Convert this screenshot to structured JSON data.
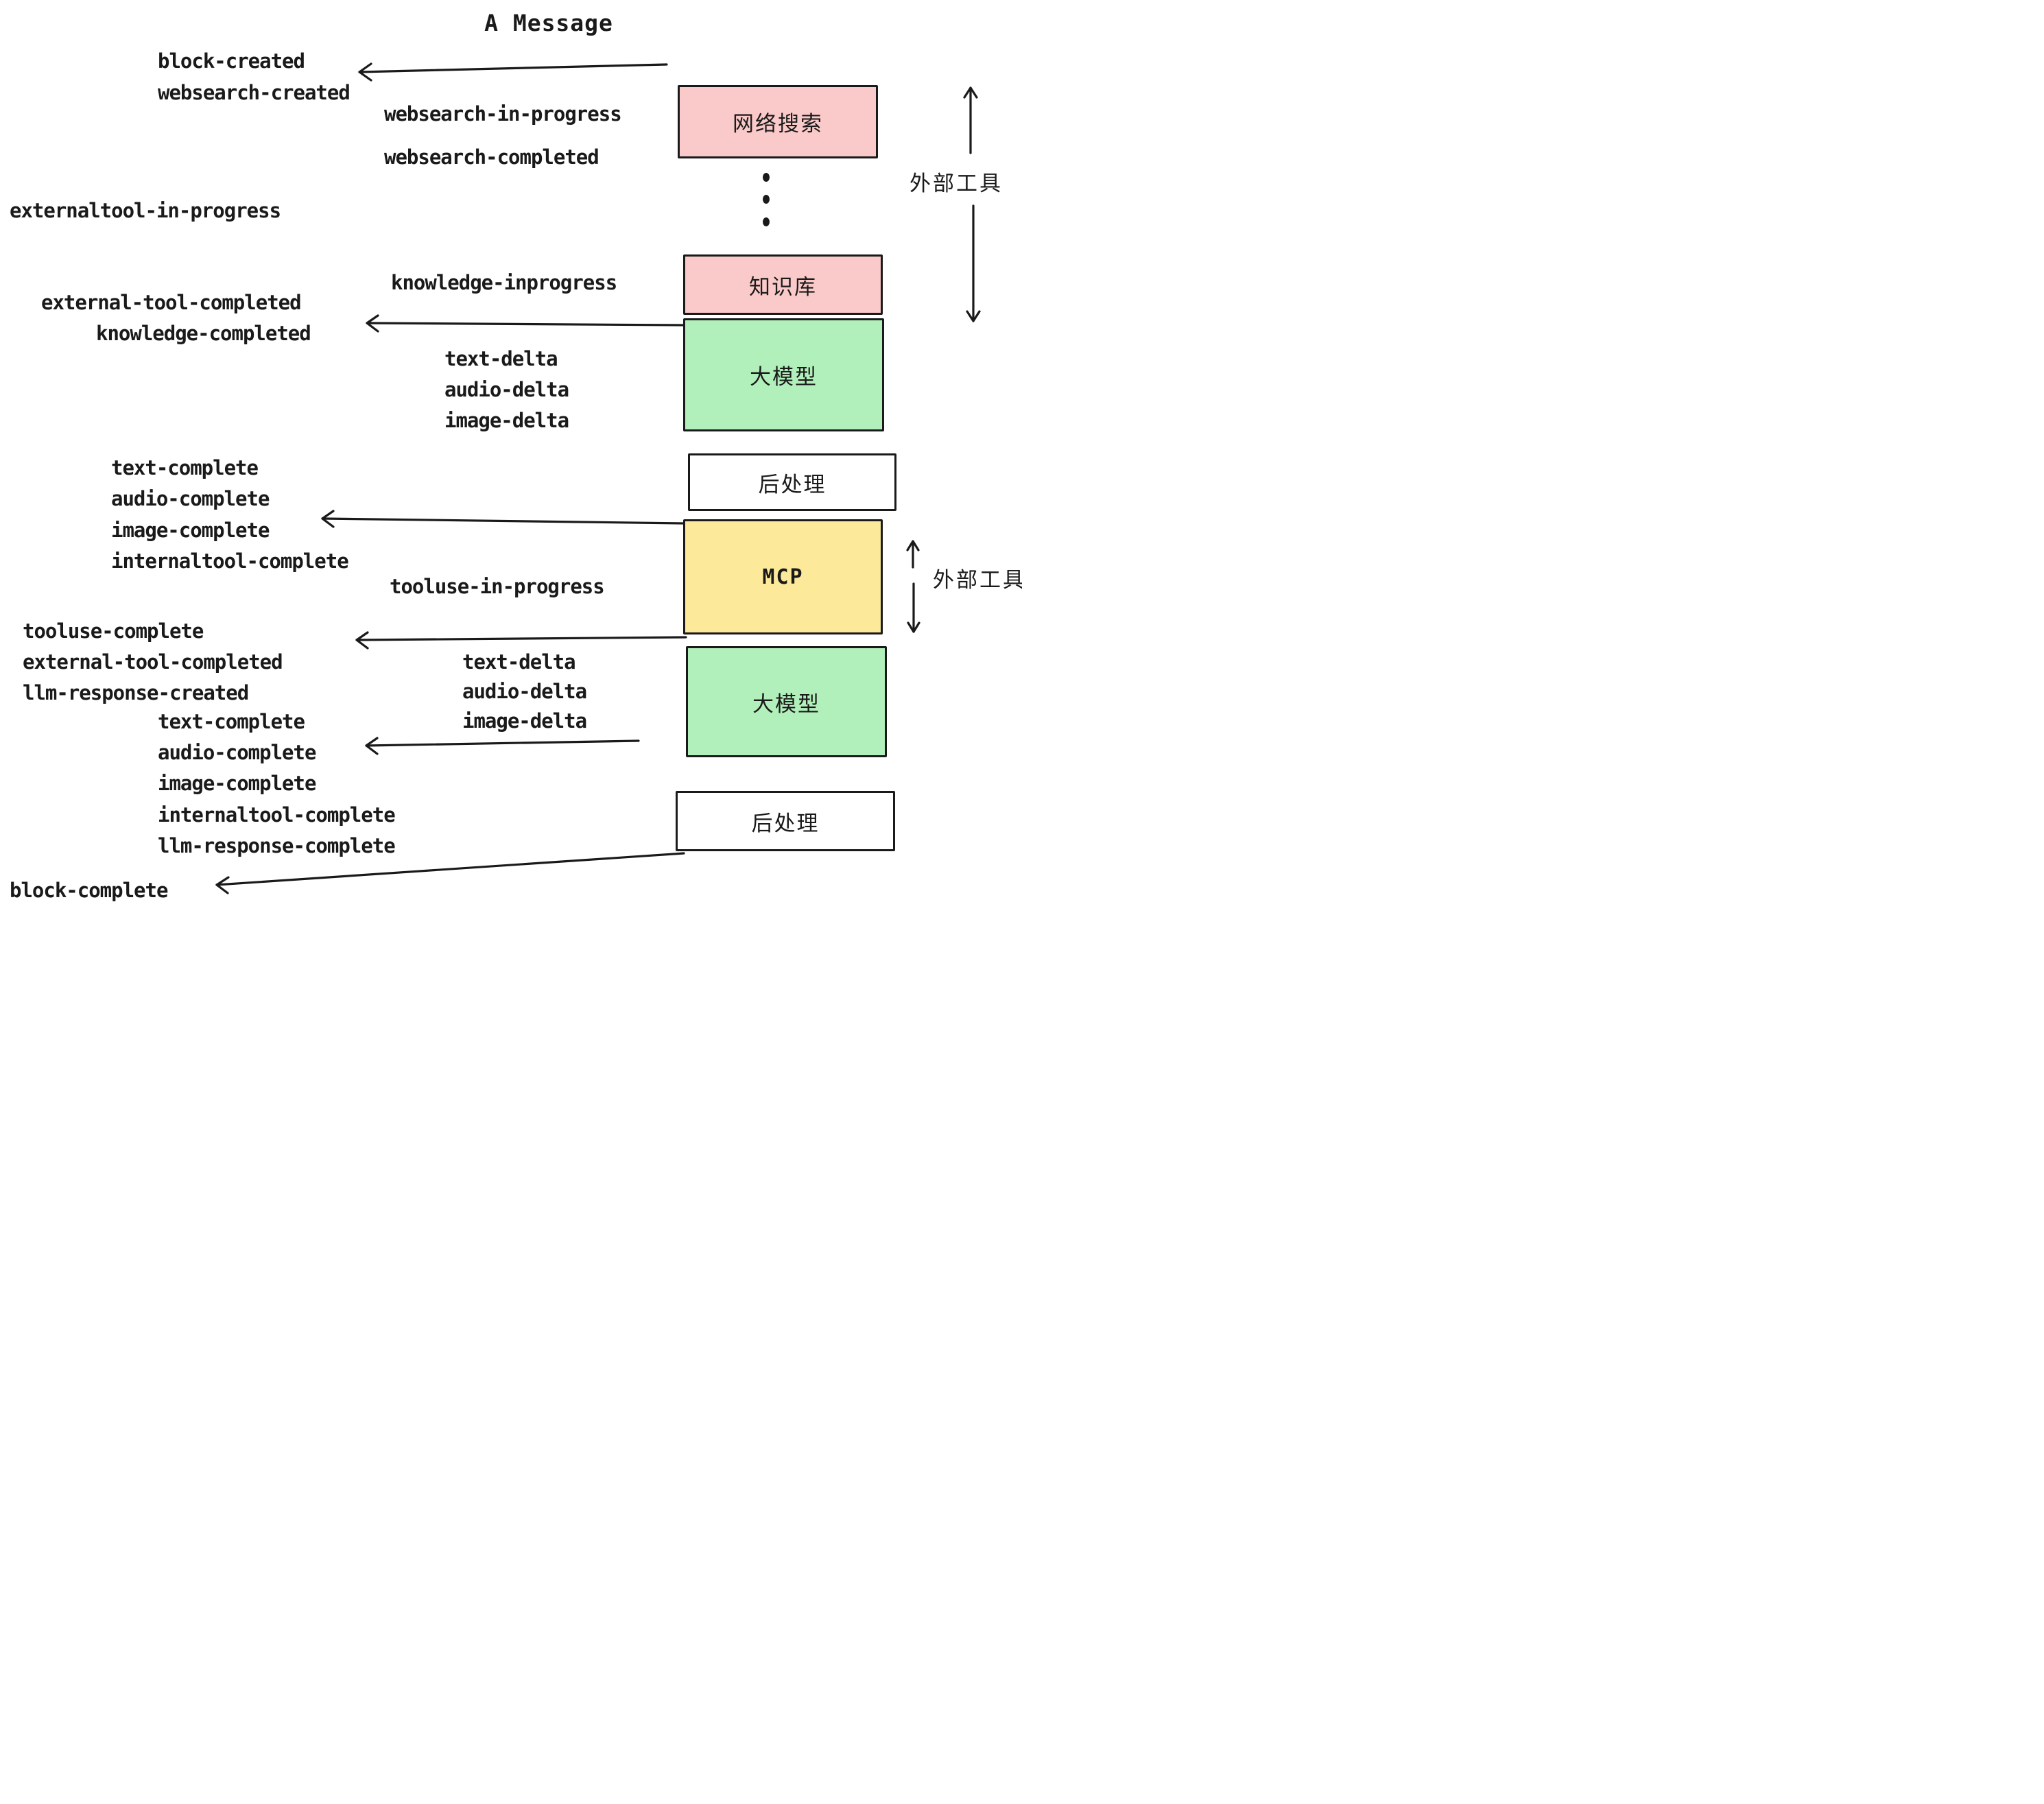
{
  "title": "A Message",
  "colors": {
    "ink": "#1a1a1a",
    "box_pink": "#fac9c9",
    "box_green": "#b2f0bb",
    "box_yellow": "#fcea9a",
    "box_white": "#ffffff",
    "background": "#ffffff"
  },
  "boxes": [
    {
      "label": "网络搜索",
      "color": "#fac9c9"
    },
    {
      "label": "知识库",
      "color": "#fac9c9"
    },
    {
      "label": "大模型",
      "color": "#b2f0bb"
    },
    {
      "label": "后处理",
      "color": "#ffffff"
    },
    {
      "label": "MCP",
      "color": "#fcea9a"
    },
    {
      "label": "大模型",
      "color": "#b2f0bb"
    },
    {
      "label": "后处理",
      "color": "#ffffff"
    }
  ],
  "side_labels": {
    "external_tools_top": "外部工具",
    "external_tools_mcp": "外部工具"
  },
  "events": [
    "block-created",
    "websearch-created",
    "websearch-in-progress",
    "websearch-completed",
    "externaltool-in-progress",
    "knowledge-inprogress",
    "external-tool-completed",
    "knowledge-completed",
    "text-delta",
    "audio-delta",
    "image-delta",
    "text-complete",
    "audio-complete",
    "image-complete",
    "internaltool-complete",
    "tooluse-in-progress",
    "tooluse-complete",
    "external-tool-completed",
    "llm-response-created",
    "text-delta",
    "audio-delta",
    "image-delta",
    "text-complete",
    "audio-complete",
    "image-complete",
    "internaltool-complete",
    "llm-response-complete",
    "block-complete"
  ]
}
